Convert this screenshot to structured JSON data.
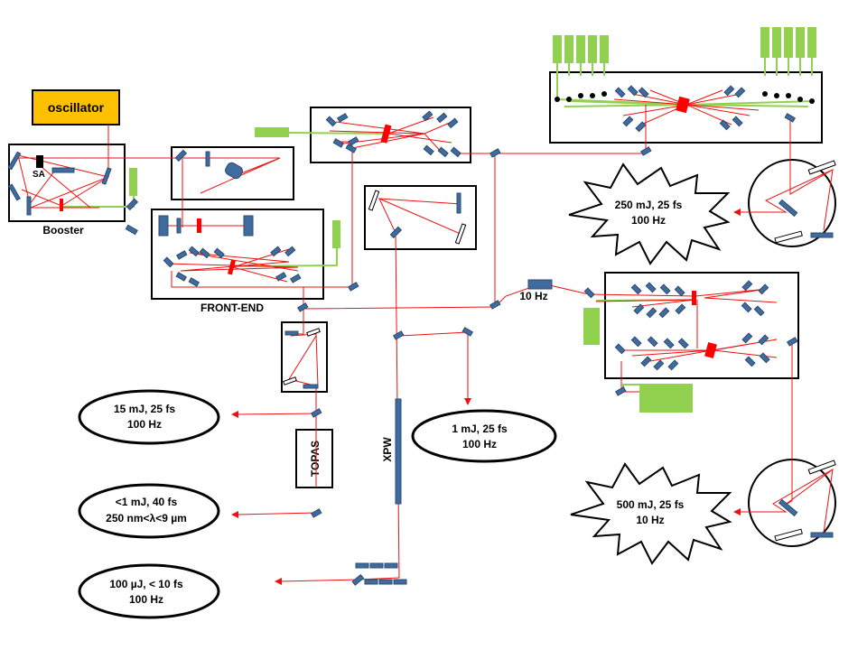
{
  "labels": {
    "oscillator": "oscillator",
    "sa": "SA",
    "booster": "Booster",
    "front_end": "FRONT-END",
    "ten_hz": "10 Hz",
    "topas": "TOPAS",
    "xpw": "XPW"
  },
  "outputs": {
    "o250_l1": "250 mJ, 25 fs",
    "o250_l2": "100 Hz",
    "o500_l1": "500 mJ, 25 fs",
    "o500_l2": "10 Hz",
    "o15_l1": "15 mJ, 25 fs",
    "o15_l2": "100 Hz",
    "o1_l1": "1 mJ, 25 fs",
    "o1_l2": "100 Hz",
    "olt1_l1": "<1 mJ, 40 fs",
    "olt1_l2": "250 nm<λ<9 µm",
    "o100_l1": "100 µJ, < 10 fs",
    "o100_l2": "100 Hz"
  },
  "colors": {
    "beam": "#ee1111",
    "pump": "#92d050",
    "mirror": "#3f6b9e",
    "crystal": "#ff0000",
    "oscillator": "#ffc000"
  }
}
